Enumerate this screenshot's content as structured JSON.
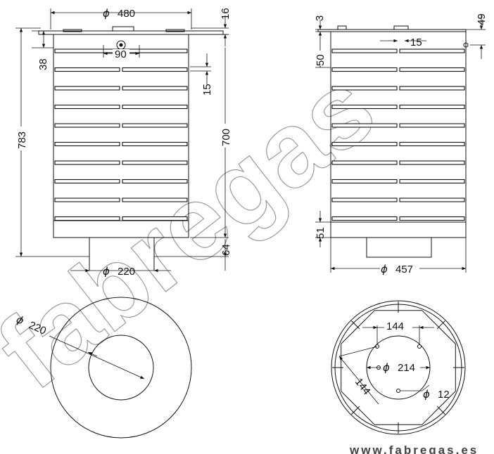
{
  "watermark": {
    "text": "fabregas",
    "url": "www.fabregas.es"
  },
  "front_view": {
    "dims": {
      "top_diameter": "480",
      "top_thickness": "16",
      "handle_width": "90",
      "top_offset": "38",
      "total_height": "783",
      "slat_height": "15",
      "body_height": "700",
      "base_height": "64",
      "base_diameter": "220"
    }
  },
  "side_view": {
    "dims": {
      "lid_thickness": "3",
      "lid_offset": "49",
      "slat_gap": "15",
      "first_slat": "50",
      "bottom_offset": "51",
      "body_diameter": "457"
    }
  },
  "base_plan": {
    "dims": {
      "diameter": "220"
    }
  },
  "top_plan": {
    "dims": {
      "bolt_spacing_h": "144",
      "bolt_spacing_d": "144",
      "inner_diameter": "214",
      "bolt_diameter": "12"
    }
  },
  "phi_symbol": "ϕ"
}
